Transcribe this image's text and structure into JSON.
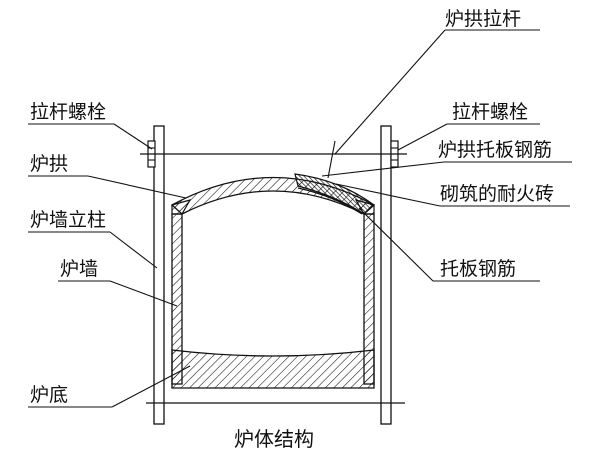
{
  "diagram": {
    "caption": "炉体结构",
    "labels": {
      "arch_tie_rod": "炉拱拉杆",
      "tie_rod_bolt_left": "拉杆螺栓",
      "tie_rod_bolt_right": "拉杆螺栓",
      "arch_support_rebar": "炉拱托板钢筋",
      "arch": "炉拱",
      "masonry_firebrick": "砌筑的耐火砖",
      "wall_column": "炉墙立柱",
      "wall": "炉墙",
      "support_plate_rebar": "托板钢筋",
      "bottom": "炉底"
    }
  }
}
